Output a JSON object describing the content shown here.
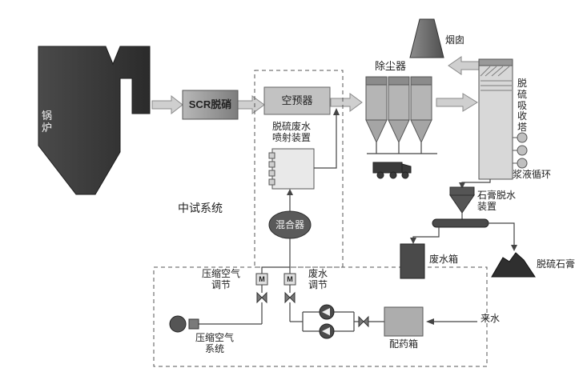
{
  "diagram": {
    "labels": {
      "boiler": "锅炉",
      "scr": "SCR脱硝",
      "air_preheater": "空预器",
      "injection_device": "脱硫废水喷射装置",
      "mixer": "混合器",
      "pilot_system": "中试系统",
      "dust_collector": "除尘器",
      "chimney": "烟囱",
      "absorber": "脱硫吸收塔",
      "slurry_circulation": "浆液循环",
      "gypsum_dewatering": "石膏脱水装置",
      "wastewater_tank": "废水箱",
      "desulf_gypsum": "脱硫石膏",
      "compressed_air_regulation": "压缩空气调节",
      "wastewater_regulation": "废水调节",
      "compressed_air_system": "压缩空气系统",
      "dosing_tank": "配药箱",
      "incoming_water": "来水",
      "motor_valve": "M"
    },
    "colors": {
      "dark_equipment": "#3f3f3f",
      "mid_gray": "#9b9b9b",
      "light_gray": "#c9c9c9",
      "line": "#444444",
      "background": "#ffffff"
    }
  }
}
